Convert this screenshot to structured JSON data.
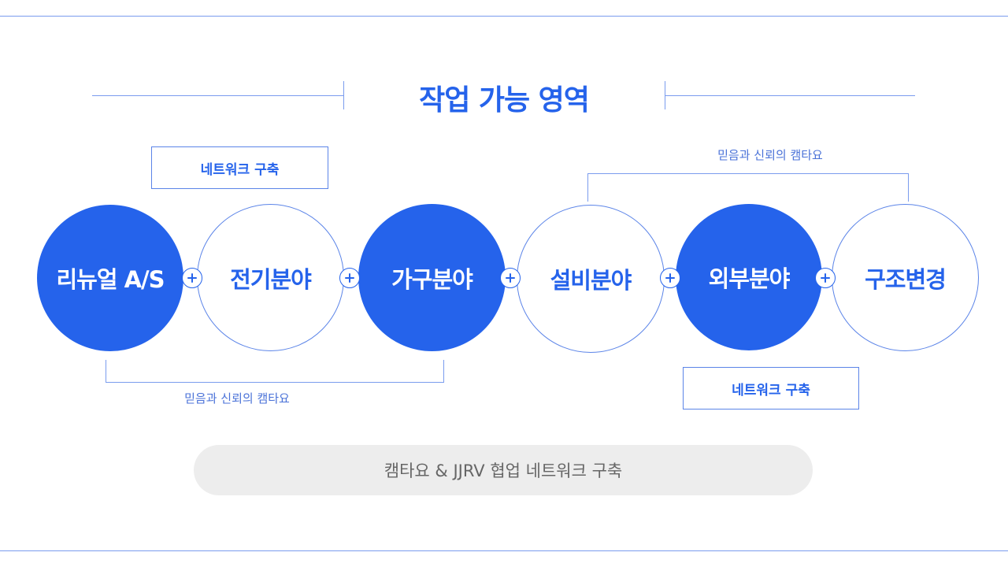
{
  "title": "작업 가능 영역",
  "network_label": "네트워크 구축",
  "trust_label": "믿음과 신뢰의 캠타요",
  "circles": [
    {
      "label": "리뉴얼 A/S",
      "style": "filled"
    },
    {
      "label": "전기분야",
      "style": "outline"
    },
    {
      "label": "가구분야",
      "style": "filled"
    },
    {
      "label": "설비분야",
      "style": "outline"
    },
    {
      "label": "외부분야",
      "style": "filled"
    },
    {
      "label": "구조변경",
      "style": "outline"
    }
  ],
  "plus_icon": "plus-circle-icon",
  "footer_pill": "캠타요 & JJRV  협업 네트워크 구축",
  "colors": {
    "accent": "#2563eb",
    "line": "#7a9cee",
    "pill_bg": "#ededed",
    "pill_text": "#666666"
  }
}
